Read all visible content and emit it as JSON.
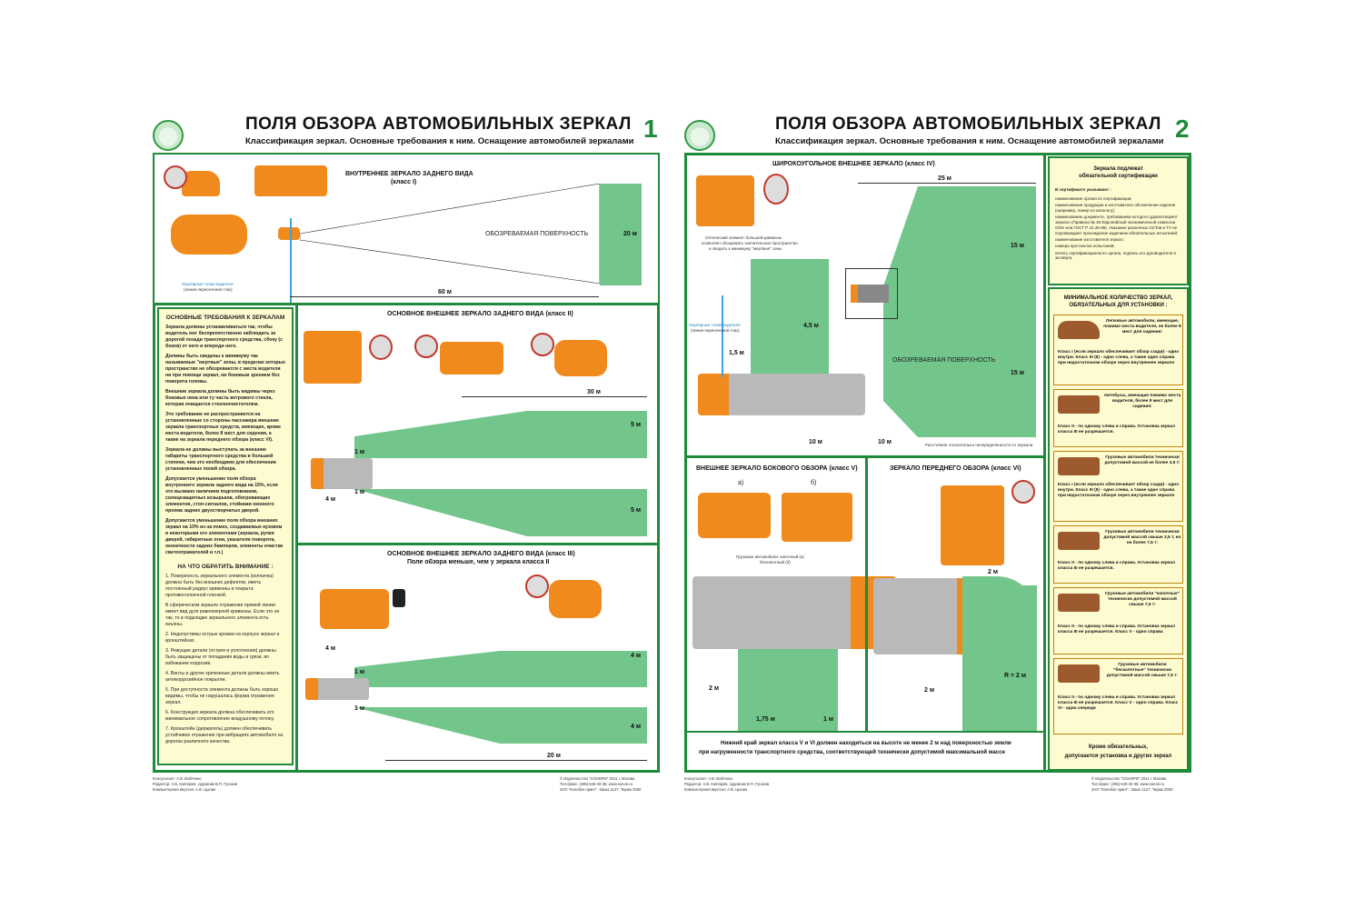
{
  "sheet1": {
    "number": "1",
    "title": "ПОЛЯ ОБЗОРА АВТОМОБИЛЬНЫХ ЗЕРКАЛ",
    "subtitle": "Классификация зеркал. Основные требования к ним. Оснащение автомобилей зеркалами",
    "interior": {
      "title": "ВНУТРЕННЕЕ ЗЕРКАЛО ЗАДНЕГО ВИДА",
      "class": "(класс I)",
      "surface_label": "ОБОЗРЕВАЕМАЯ ПОВЕРХНОСТЬ",
      "width": "20 м",
      "distance": "60 м",
      "eye_note_1": "Окулярные точки водителя",
      "eye_note_2": "(линия пересечения глаз)"
    },
    "requirements": {
      "heading": "ОСНОВНЫЕ ТРЕБОВАНИЯ К ЗЕРКАЛАМ",
      "p1": "Зеркала должны устанавливаться так, чтобы водитель мог беспрепятственно наблюдать за дорогой позади транспортного средства, сбоку (с боков) от него и впереди него.",
      "p2": "Должны быть сведены к минимуму так называемые \"мертвые\" зоны, в пределах которых пространство не обозревается с места водителя ни при помощи зеркал, ни боковым зрением без поворота головы.",
      "p3": "Внешние зеркала должны быть видимы через боковые окна или ту часть ветрового стекла, которая очищается стеклоочистителем.",
      "p4": "Это требование не распространяется на установленные со стороны пассажира внешние зеркала транспортных средств, имеющих, кроме места водителя, более 8 мест для сидения, а также на зеркала переднего обзора (класс VI).",
      "p5": "Зеркала не должны выступать за внешние габариты транспортного средства в большей степени, чем это необходимо для обеспечения установленных полей обзора.",
      "p6": "Допускается уменьшение поля обзора внутреннего зеркала заднего вида на 15%, если это вызвано наличием подголовников, солнцезащитных козырьков, обогревающих элементов, стоп-сигналов, стойками оконного проема задних двухстворчатых дверей.",
      "p7": "Допускается уменьшение поля обзора внешних зеркал на 10% из-за помех, создаваемых кузовом и некоторыми его элементами (зеркала, ручки дверей, габаритные огни, указатели поворота, оконечности задних бамперов, элементы очистки светоотражателей и т.п.)",
      "attention": "НА ЧТО ОБРАТИТЬ ВНИМАНИЕ :",
      "a1": "1. Поверхность зеркального элемента (колпачка) должна быть без внешних дефектов, иметь постоянный радиус кривизны и покрыта противосолнечной пленкой.",
      "a2": "В сферическом зеркале отражение прямой линии имеет вид дуги равномерной кривизны. Если это не так, то в подкладке зеркального элемента есть изъяны.",
      "a3": "2. Недопустимы острые кромки на корпусе зеркал и кронштейнах.",
      "a4": "3. Режущие детали (острия и уплотнения) должны быть защищены от попадания воды и грязи, во избежание коррозии.",
      "a5": "4. Винты и другие крепежные детали должны иметь антикоррозийное покрытие.",
      "a6": "5. При доступности элемента должны быть хорошо видимы, чтобы не нарушалась форма отражения зеркал.",
      "a7": "6. Конструкция зеркала должна обеспечивать его минимальное сопротивление воздушному потоку.",
      "a8": "7. Кронштейн (держатель) должен обеспечивать устойчивое отражение при вибрациях автомобиля на дорогах различного качества."
    },
    "class2": {
      "title": "ОСНОВНОЕ ВНЕШНЕЕ ЗЕРКАЛО ЗАДНЕГО ВИДА (класс II)",
      "distance": "30 м",
      "w_top": "5 м",
      "w_bot": "5 м",
      "near_top": "1 м",
      "near_bot": "1 м",
      "offset": "4 м"
    },
    "class3": {
      "title": "ОСНОВНОЕ ВНЕШНЕЕ ЗЕРКАЛО ЗАДНЕГО ВИДА (класс III)",
      "subtitle": "Поле обзора меньше, чем у зеркала класса II",
      "offset": "4 м",
      "near_top": "1 м",
      "near_bot": "1 м",
      "w_top": "4 м",
      "w_bot": "4 м",
      "distance": "20 м"
    },
    "credits_left_1": "Консультант: А.В. Войтенко",
    "credits_left_2": "Редактор: А.В. Ковтарев, художник В.П. Гусаков",
    "credits_left_3": "Компьютерная верстка: А.В. Цыпин",
    "credits_right_1": "© Издательство \"СОНОРИ\" 2011 г. Москва",
    "credits_right_2": "Тел./факс: (495) 640-40-36; www.sonori.ru",
    "credits_right_3": "ЗАО \"Колобок принт\". Заказ 1127. Тираж 2000"
  },
  "sheet2": {
    "number": "2",
    "title": "ПОЛЯ ОБЗОРА АВТОМОБИЛЬНЫХ ЗЕРКАЛ",
    "subtitle": "Классификация зеркал. Основные требования к ним. Оснащение автомобилей зеркалами",
    "class4": {
      "title": "ШИРОКОУГОЛЬНОЕ ВНЕШНЕЕ ЗЕРКАЛО (класс IV)",
      "note_1": "Оптический элемент большей кривизны",
      "note_2": "позволяет обозревать значительное пространство",
      "note_3": "и сводить к минимуму \"мертвые\" зоны",
      "eye_1": "Окулярные точки водителя",
      "eye_2": "(линия пересечения глаз)",
      "d25": "25 м",
      "h15a": "15 м",
      "h15b": "15 м",
      "h45": "4,5 м",
      "d15": "1,5 м",
      "d10a": "10 м",
      "d10b": "10 м",
      "surface_label": "ОБОЗРЕВАЕМАЯ ПОВЕРХНОСТЬ",
      "distance_note": "Расстояние относительно неопределенности от зеркала"
    },
    "class5": {
      "title": "ВНЕШНЕЕ ЗЕРКАЛО БОКОВОГО ОБЗОРА (класс V)",
      "label_a": "а)",
      "label_b": "б)",
      "caption_1": "Грузовые автомобили: капотный (а)",
      "caption_2": "бескапотный (б)",
      "h2m": "2 м",
      "d175": "1,75 м",
      "d1m": "1 м"
    },
    "class6": {
      "title": "ЗЕРКАЛО ПЕРЕДНЕГО ОБЗОРА (класс VI)",
      "d2m_top": "2 м",
      "radius": "R = 2 м",
      "h2m": "2 м"
    },
    "bottom_note_1": "Нижний край зеркал класса V и VI должен находиться на высоте не менее 2 м над поверхностью земли",
    "bottom_note_2": "при нагруженности транспортного средства, соответствующей технически допустимой максимальной массе",
    "cert": {
      "head_1": "Зеркала подлежат",
      "head_2": "обязательной сертификации",
      "sub": "В сертификате указывают :",
      "items": [
        "наименование органа по сертификации;",
        "наименование продукции и изготовителя обозначение изделия (например, номер по каталогу);",
        "наименование документа, требованиям которого удовлетворяет зеркало (Правила № 46 Европейской экономической комиссии ООН или ГОСТ Р 41.46-99). Указание различных ОСТов и ТУ не подтверждает прохождение изделием обязательных испытаний;",
        "наименование изготовителя зеркал;",
        "номера протоколов испытаний;",
        "печать сертификационного органа, подпись его руководителя и эксперта"
      ]
    },
    "minimum": {
      "head_1": "МИНИМАЛЬНОЕ КОЛИЧЕСТВО ЗЕРКАЛ,",
      "head_2": "ОБЯЗАТЕЛЬНЫХ ДЛЯ УСТАНОВКИ :",
      "cards": [
        {
          "desc": "Легковые автомобили, имеющие, помимо места водителя, не более 8 мест для сидения:",
          "req": "Класс I (если зеркало обеспечивает обзор сзади) - одно внутри. Класс III (II) - одно слева, а также одно справа при недостаточном обзоре через внутреннее зеркало"
        },
        {
          "desc": "Автобусы, имеющие помимо места водителя, более 8 мест для сидения:",
          "req": "Класс II - по одному слева и справа. Установка зеркал класса III не разрешается."
        },
        {
          "desc": "Грузовые автомобили технически допустимой массой не более 3,5 т:",
          "req": "Класс I (если зеркало обеспечивает обзор сзади) - одно внутри. Класс III (II) - одно слева, а также одно справа при недостаточном обзоре через внутреннее зеркало"
        },
        {
          "desc": "Грузовые автомобили технически допустимой массой свыше 3,5 т, но не более 7,5 т:",
          "req": "Класс II - по одному слева и справа. Установка зеркал класса III не разрешается."
        },
        {
          "desc": "Грузовые автомобили \"капотные\" технически допустимой массой свыше 7,5 т:",
          "req": "Класс II - по одному слева и справа. Установка зеркал класса III не разрешается. Класс V - одно справа"
        },
        {
          "desc": "Грузовые автомобили \"бескапотные\" технически допустимой массой свыше 7,5 т:",
          "req": "Класс II - по одному слева и справа. Установка зеркал класса III не разрешается. Класс V - одно справа. Класс VI - одно спереди"
        }
      ],
      "footer_1": "Кроме обязательных,",
      "footer_2": "допускается установка и других зеркал"
    },
    "credits_left_1": "Консультант: А.В. Войтенко",
    "credits_left_2": "Редактор: А.В. Ковтарев, художник В.П. Гусаков",
    "credits_left_3": "Компьютерная верстка: А.В. Цыпин",
    "credits_right_1": "© Издательство \"СОНОРИ\" 2011 г. Москва",
    "credits_right_2": "Тел./факс: (495) 640-40-36; www.sonori.ru",
    "credits_right_3": "ЗАО \"Колобок принт\". Заказ 1127. Тираж 2000"
  },
  "colors": {
    "frame": "#1f8b3a",
    "field": "#72c58b",
    "vehicle": "#f08a1c",
    "note_bg": "#fffbd1",
    "category_icon": "#9c5a2e"
  }
}
